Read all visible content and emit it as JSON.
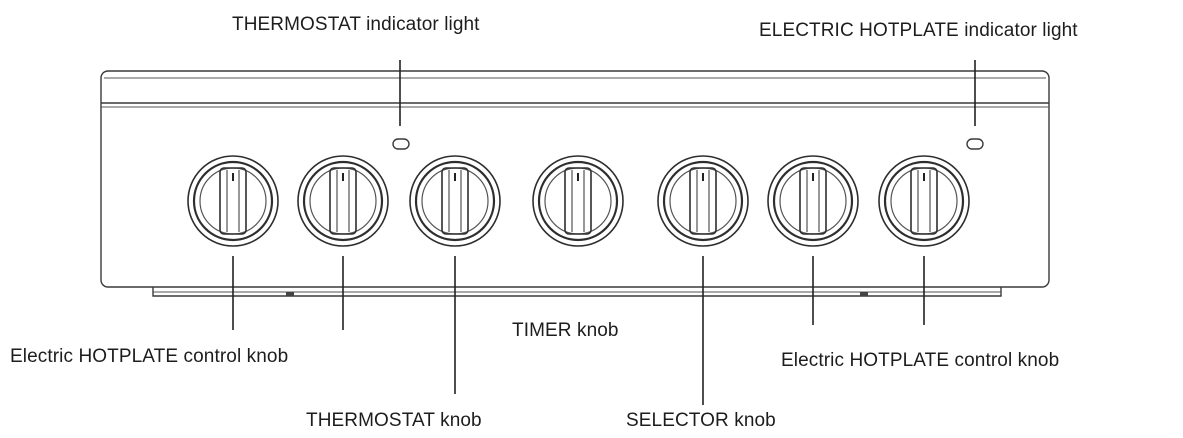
{
  "labels": {
    "thermostat_light": "THERMOSTAT indicator light",
    "hotplate_light": "ELECTRIC HOTPLATE indicator light",
    "hotplate_knob_left": "Electric HOTPLATE control knob",
    "thermostat_knob": "THERMOSTAT knob",
    "timer_knob": "TIMER knob",
    "selector_knob": "SELECTOR knob",
    "hotplate_knob_right": "Electric HOTPLATE control knob"
  },
  "knobs": [
    {
      "name": "hotplate-knob-left-outer",
      "label_ref": "hotplate_knob_left"
    },
    {
      "name": "hotplate-knob-left-inner",
      "label_ref": "hotplate_knob_left"
    },
    {
      "name": "thermostat-knob",
      "label_ref": "thermostat_knob"
    },
    {
      "name": "timer-knob",
      "label_ref": "timer_knob"
    },
    {
      "name": "selector-knob",
      "label_ref": "selector_knob"
    },
    {
      "name": "hotplate-knob-right-inner",
      "label_ref": "hotplate_knob_right"
    },
    {
      "name": "hotplate-knob-right-outer",
      "label_ref": "hotplate_knob_right"
    }
  ]
}
